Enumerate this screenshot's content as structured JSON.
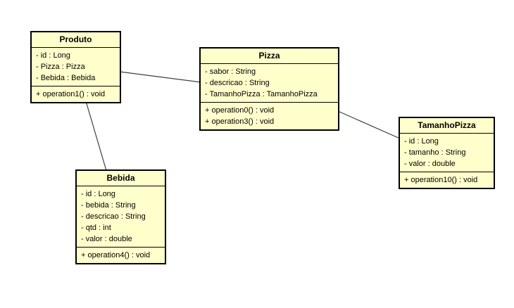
{
  "diagram": {
    "type": "uml-class-diagram",
    "background_color": "#ffffff",
    "node_fill_color": "#ffffcc",
    "node_border_color": "#000000",
    "connector_color": "#3f3f3f",
    "classes": [
      {
        "name": "Produto",
        "attributes": [
          "- id : Long",
          "- Pizza : Pizza",
          "- Bebida : Bebida"
        ],
        "methods": [
          "+ operation1() : void"
        ]
      },
      {
        "name": "Pizza",
        "attributes": [
          "- sabor : String",
          "- descricao : String",
          "- TamanhoPizza : TamanhoPizza"
        ],
        "methods": [
          "+ operation0() : void",
          "+ operation3() : void"
        ]
      },
      {
        "name": "TamanhoPizza",
        "attributes": [
          "- id : Long",
          "- tamanho : String",
          "- valor : double"
        ],
        "methods": [
          "+ operation10() : void"
        ]
      },
      {
        "name": "Bebida",
        "attributes": [
          "- id : Long",
          "- bebida : String",
          "- descricao : String",
          "- qtd : int",
          "- valor : double"
        ],
        "methods": [
          "+ operation4() : void"
        ]
      }
    ],
    "relationships": [
      {
        "from": "Produto",
        "to": "Pizza",
        "type": "association"
      },
      {
        "from": "Produto",
        "to": "Bebida",
        "type": "association"
      },
      {
        "from": "Pizza",
        "to": "TamanhoPizza",
        "type": "association"
      }
    ]
  }
}
